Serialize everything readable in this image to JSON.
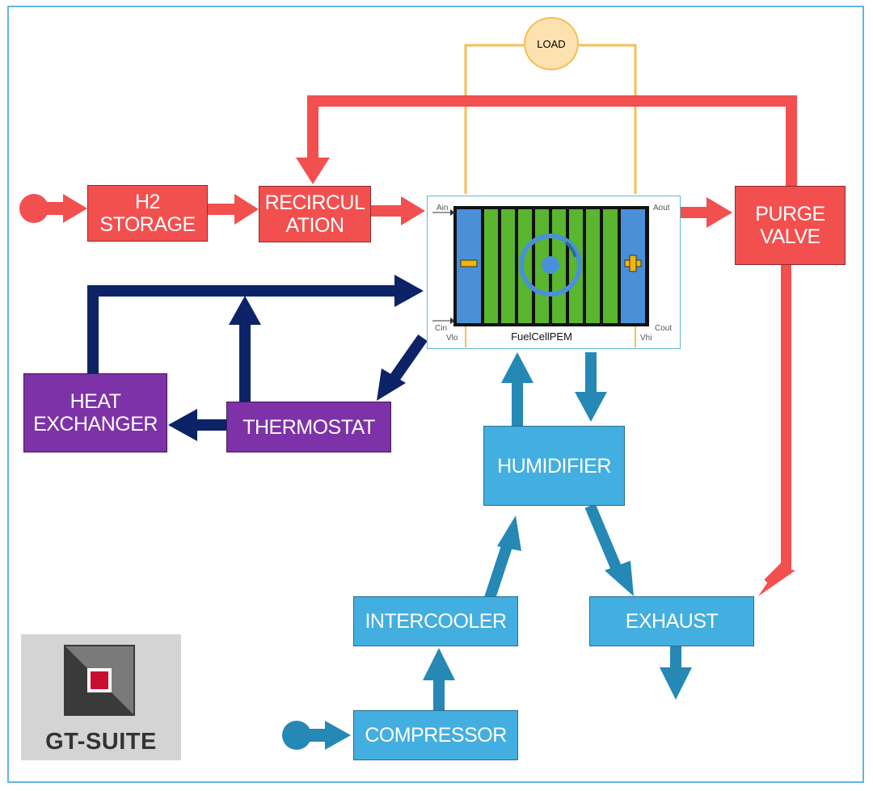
{
  "blocks": {
    "h2_storage": "H2\nSTORAGE",
    "recirculation": "RECIRCUL\nATION",
    "purge_valve": "PURGE\nVALVE",
    "heat_exchanger": "HEAT\nEXCHANGER",
    "thermostat": "THERMOSTAT",
    "humidifier": "HUMIDIFIER",
    "intercooler": "INTERCOOLER",
    "exhaust": "EXHAUST",
    "compressor": "COMPRESSOR",
    "load": "LOAD"
  },
  "fuel_cell": {
    "label": "FuelCellPEM",
    "ports": {
      "a_in": "Ain",
      "a_out": "Aout",
      "c_in": "Cin",
      "c_out": "Cout",
      "v_lo": "Vlo",
      "v_hi": "Vhi"
    },
    "minus_symbol": "−",
    "plus_symbol": "+"
  },
  "logo": {
    "text": "GT-SUITE"
  },
  "colors": {
    "hydrogen": "#f2504f",
    "coolant": "#0c2367",
    "air": "#2588b5",
    "coolant_block": "#7d32a8",
    "air_block": "#43aee0",
    "electrical": "#f6be57",
    "cell_green": "#5ab52f",
    "cell_blue": "#4a90d9"
  }
}
